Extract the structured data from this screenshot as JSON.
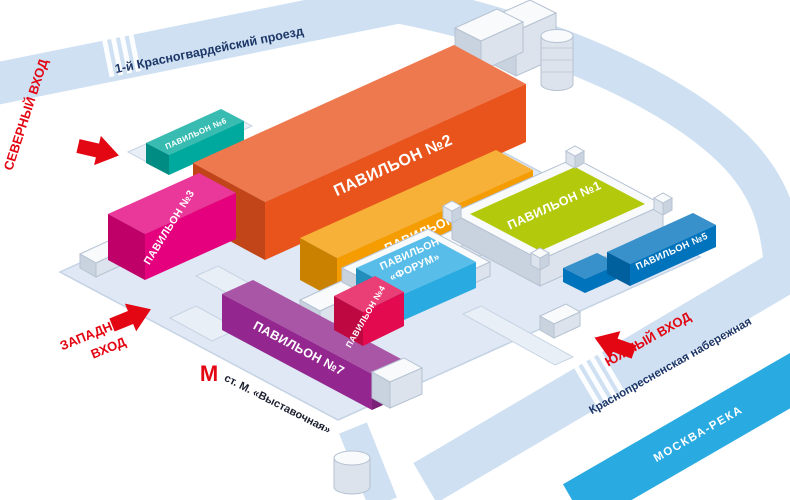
{
  "colors": {
    "ground": "#dfe8f4",
    "road": "#cfe0f2",
    "river": "#29abe2",
    "entrance_red": "#e30613",
    "street_text": "#1c3667"
  },
  "streets": {
    "north_road": "1-й Красногвардейский проезд",
    "embankment": "Краснопресненская набережная",
    "river": "МОСКВА-РЕКА"
  },
  "entrances": {
    "north": "СЕВЕРНЫЙ ВХОД",
    "west_line1": "ЗАПАДНЫЙ",
    "west_line2": "ВХОД",
    "south": "ЮЖНЫЙ ВХОД"
  },
  "metro": {
    "symbol": "М",
    "station": "ст. М. «Выставочная»"
  },
  "pavilions": {
    "p1": {
      "label": "ПАВИЛЬОН №1",
      "color": "#b3ca0c"
    },
    "p2": {
      "label": "ПАВИЛЬОН №2",
      "color": "#e9541d"
    },
    "p3": {
      "label": "ПАВИЛЬОН №3",
      "color": "#e5007e"
    },
    "p4": {
      "label": "ПАВИЛЬОН №4",
      "color": "#e40a50"
    },
    "p5": {
      "label": "ПАВИЛЬОН №5",
      "color": "#0073bd"
    },
    "p6": {
      "label": "ПАВИЛЬОН №6",
      "color": "#00a99d"
    },
    "p7": {
      "label": "ПАВИЛЬОН №7",
      "color": "#93278f"
    },
    "p8": {
      "label": "ПАВИЛЬОН №8",
      "color": "#f59c00"
    },
    "forum": {
      "label_line1": "ПАВИЛЬОН",
      "label_line2": "«ФОРУМ»",
      "color": "#29abe2"
    }
  }
}
